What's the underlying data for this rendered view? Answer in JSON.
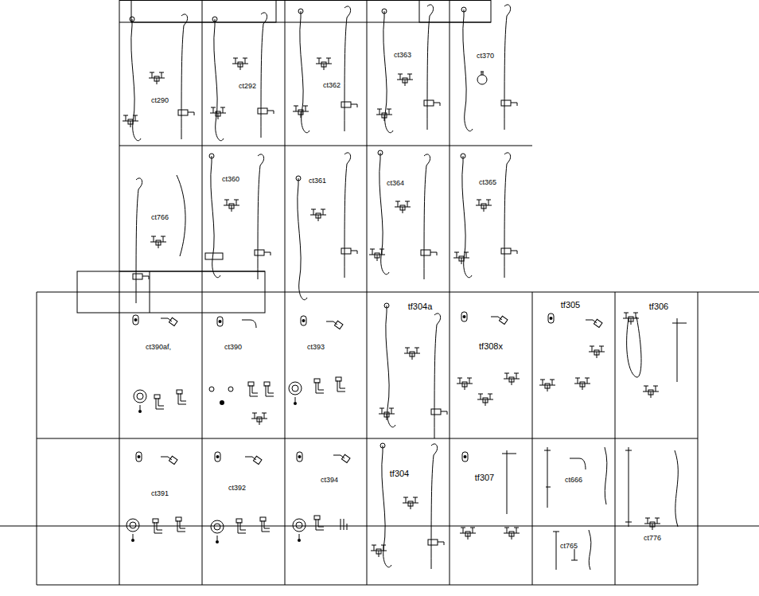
{
  "diagram": {
    "nodes": [
      {
        "text": [
          "ct290"
        ]
      },
      {
        "text": [
          "ct292"
        ]
      },
      {
        "text": [
          "ct362"
        ]
      },
      {
        "text": [
          "ct363"
        ]
      },
      {
        "text": [
          "ct370"
        ]
      },
      {
        "text": [
          "ct766"
        ]
      },
      {
        "text": [
          "ct360"
        ]
      },
      {
        "text": [
          "ct361"
        ]
      },
      {
        "text": [
          "ct364"
        ]
      },
      {
        "text": [
          "ct365"
        ]
      },
      {
        "text": [
          "ct390af,"
        ]
      },
      {
        "text": [
          "ct390"
        ]
      },
      {
        "text": [
          "ct393"
        ]
      },
      {
        "text": [
          "tf304a"
        ]
      },
      {
        "text": [
          "tf308x"
        ]
      },
      {
        "text": [
          "tf305"
        ]
      },
      {
        "text": [
          "tf306"
        ]
      },
      {
        "text": [
          "ct391"
        ]
      },
      {
        "text": [
          "ct392"
        ]
      },
      {
        "text": [
          "ct394"
        ]
      },
      {
        "text": [
          "tf304"
        ]
      },
      {
        "text": [
          "tf307"
        ]
      },
      {
        "text": [
          "ct666",
          "ct765"
        ]
      },
      {
        "text": [
          "ct776"
        ]
      }
    ]
  }
}
